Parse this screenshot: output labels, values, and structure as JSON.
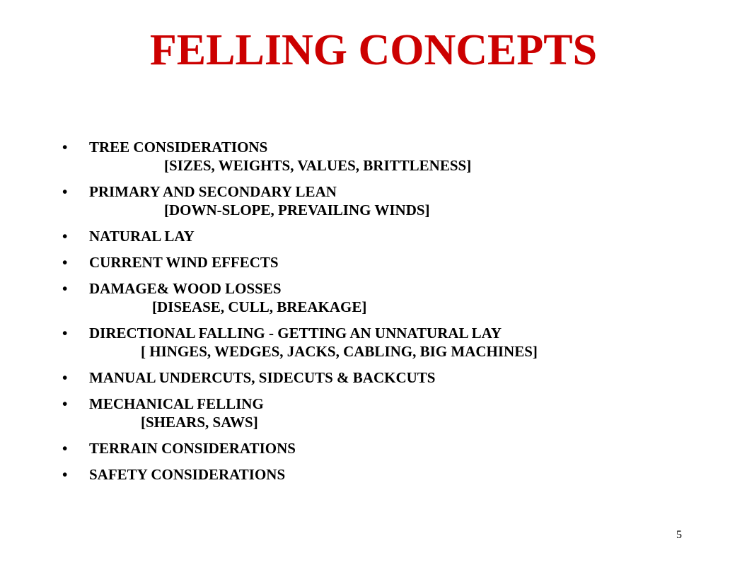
{
  "title": "FELLING CONCEPTS",
  "bullet_char": "•",
  "bullets": [
    {
      "text": "TREE CONSIDERATIONS",
      "sub": "[SIZES, WEIGHTS, VALUES, BRITTLENESS]"
    },
    {
      "text": "PRIMARY AND SECONDARY LEAN",
      "sub": "[DOWN-SLOPE, PREVAILING WINDS]"
    },
    {
      "text": "NATURAL LAY"
    },
    {
      "text": "CURRENT WIND EFFECTS"
    },
    {
      "text": "DAMAGE& WOOD LOSSES",
      "sub": "[DISEASE, CULL, BREAKAGE]"
    },
    {
      "text": "DIRECTIONAL FALLING - GETTING AN  UNNATURAL LAY",
      "sub": "[ HINGES, WEDGES, JACKS, CABLING, BIG MACHINES]"
    },
    {
      "text": "MANUAL UNDERCUTS, SIDECUTS & BACKCUTS"
    },
    {
      "text": "MECHANICAL FELLING",
      "sub": "[SHEARS, SAWS]"
    },
    {
      "text": "TERRAIN CONSIDERATIONS"
    },
    {
      "text": "SAFETY CONSIDERATIONS"
    }
  ],
  "page_number": "5",
  "colors": {
    "title": "#cc0000",
    "text": "#000000",
    "background": "#ffffff"
  }
}
